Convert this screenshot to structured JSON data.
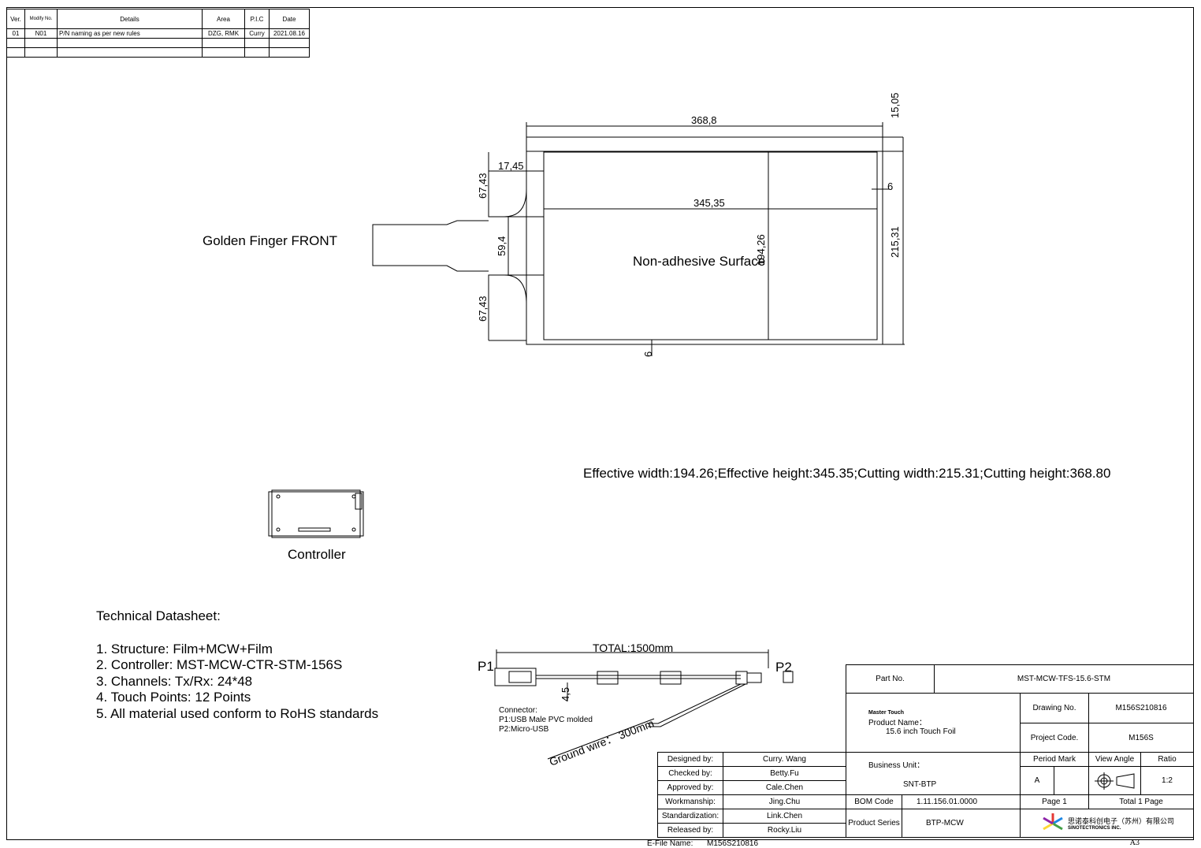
{
  "revision_table": {
    "headers": [
      "Ver.",
      "Modify No.",
      "Details",
      "Area",
      "P.I.C",
      "Date"
    ],
    "rows": [
      [
        "01",
        "N01",
        "P/N naming as per new rules",
        "DZG, RMK",
        "Curry",
        "2021.08.16"
      ],
      [
        "",
        "",
        "",
        "",
        "",
        ""
      ],
      [
        "",
        "",
        "",
        "",
        "",
        ""
      ]
    ]
  },
  "drawing": {
    "golden_finger_label": "Golden Finger FRONT",
    "surface_label": "Non-adhesive Surface",
    "dimensions": {
      "cut_height": "368,8",
      "eff_height": "345,35",
      "top_margin": "15,05",
      "side_margin": "6",
      "bottom_margin": "6",
      "fpc_offset": "17,45",
      "upper_tail": "67,43",
      "lower_tail": "67,43",
      "finger_width": "59,4",
      "eff_width": "194,26",
      "cut_width": "215,31"
    },
    "summary": "Effective width:194.26;Effective height:345.35;Cutting width:215.31;Cutting height:368.80",
    "controller_label": "Controller"
  },
  "datasheet": {
    "title": "Technical Datasheet:",
    "items": [
      "1. Structure: Film+MCW+Film",
      "2. Controller: MST-MCW-CTR-STM-156S",
      "3. Channels: Tx/Rx: 24*48",
      "4. Touch Points: 12 Points",
      "5. All material used conform to RoHS standards"
    ]
  },
  "cable": {
    "total": "TOTAL:1500mm",
    "p1": "P1",
    "p2": "P2",
    "dim": "4,5",
    "connector_title": "Connector:",
    "connector_p1": "P1:USB Male PVC molded",
    "connector_p2": "P2:Micro-USB",
    "ground_wire": "Ground wire： 300mm"
  },
  "title_block": {
    "part_no_label": "Part No.",
    "part_no": "MST-MCW-TFS-15.6-STM",
    "logo_text": "Master Touch",
    "product_name_label": "Product Name：",
    "product_name": "15.6 inch Touch Foil",
    "drawing_no_label": "Drawing No.",
    "drawing_no": "M156S210816",
    "project_code_label": "Project Code.",
    "project_code": "M156S",
    "business_unit_label": "Business Unit：",
    "business_unit": "SNT-BTP",
    "period_mark_label": "Period Mark",
    "period_mark": "A",
    "view_angle_label": "View Angle",
    "ratio_label": "Ratio",
    "ratio": "1:2",
    "bom_code_label": "BOM Code",
    "bom_code": "1.11.156.01.0000",
    "page": "Page 1",
    "total_pages": "Total 1 Page",
    "product_series_label": "Product Series",
    "product_series": "BTP-MCW",
    "company_cn": "思诺泰科创电子（苏州）有限公司",
    "company_en": "SINOTECTRONICS INC.",
    "sheet_size": "A3",
    "efile_label": "E-File Name:",
    "efile": "M156S210816",
    "signoffs": [
      {
        "role": "Designed by:",
        "name": "Curry. Wang"
      },
      {
        "role": "Checked by:",
        "name": "Betty.Fu"
      },
      {
        "role": "Approved by:",
        "name": "Cale.Chen"
      },
      {
        "role": "Workmanship:",
        "name": "Jing.Chu"
      },
      {
        "role": "Standardization:",
        "name": "Link.Chen"
      },
      {
        "role": "Released by:",
        "name": "Rocky.Liu"
      }
    ]
  }
}
